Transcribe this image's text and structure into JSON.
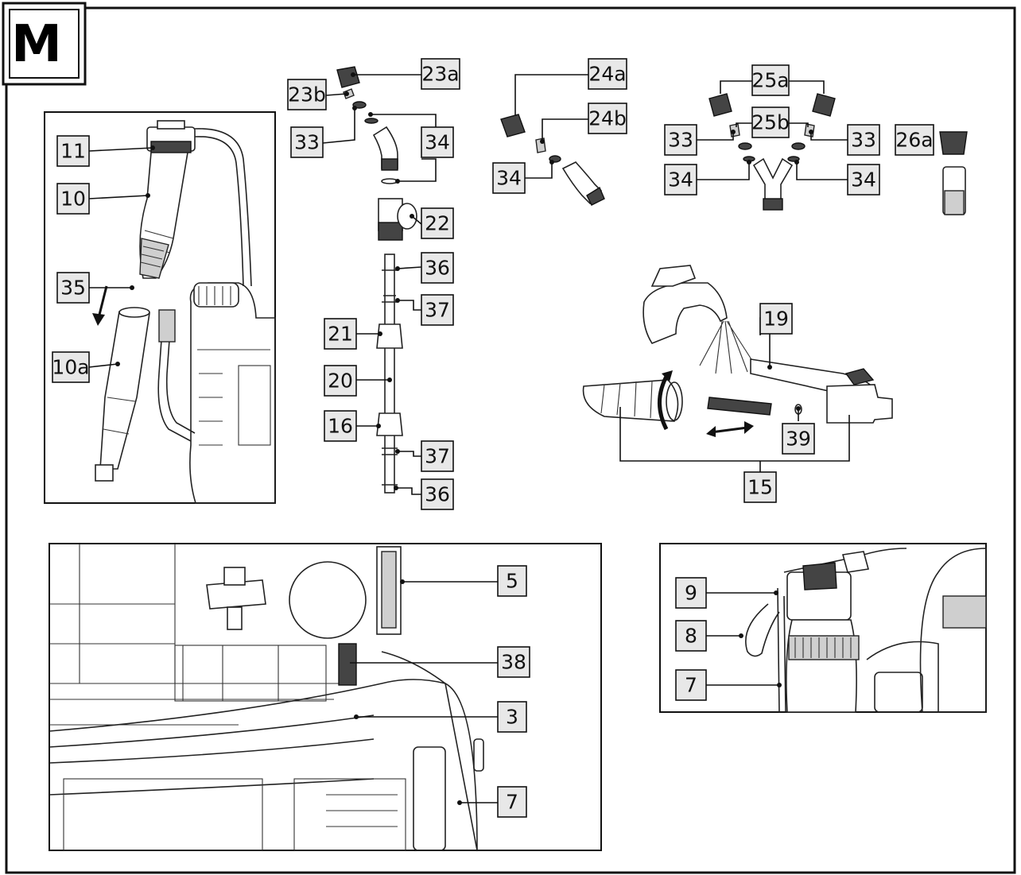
{
  "panel_letter": "M",
  "labels": {
    "l11": "11",
    "l10": "10",
    "l35": "35",
    "l10a": "10a",
    "l23a": "23a",
    "l23b": "23b",
    "l33a": "33",
    "l34a": "34",
    "l22": "22",
    "l36a": "36",
    "l37a": "37",
    "l21": "21",
    "l20": "20",
    "l16": "16",
    "l37b": "37",
    "l36b": "36",
    "l24a": "24a",
    "l24b": "24b",
    "l34b": "34",
    "l25a": "25a",
    "l25b": "25b",
    "l33b": "33",
    "l33c": "33",
    "l34c": "34",
    "l34d": "34",
    "l26a": "26a",
    "l19": "19",
    "l39": "39",
    "l15": "15",
    "l5": "5",
    "l38": "38",
    "l3": "3",
    "l7a": "7",
    "l9": "9",
    "l8": "8",
    "l7b": "7"
  },
  "icons": {
    "arrow_down": "removal-arrow-icon",
    "rotate": "rotate-arrow-icon",
    "double_arrow": "slide-arrow-icon",
    "faucet": "faucet-icon"
  }
}
